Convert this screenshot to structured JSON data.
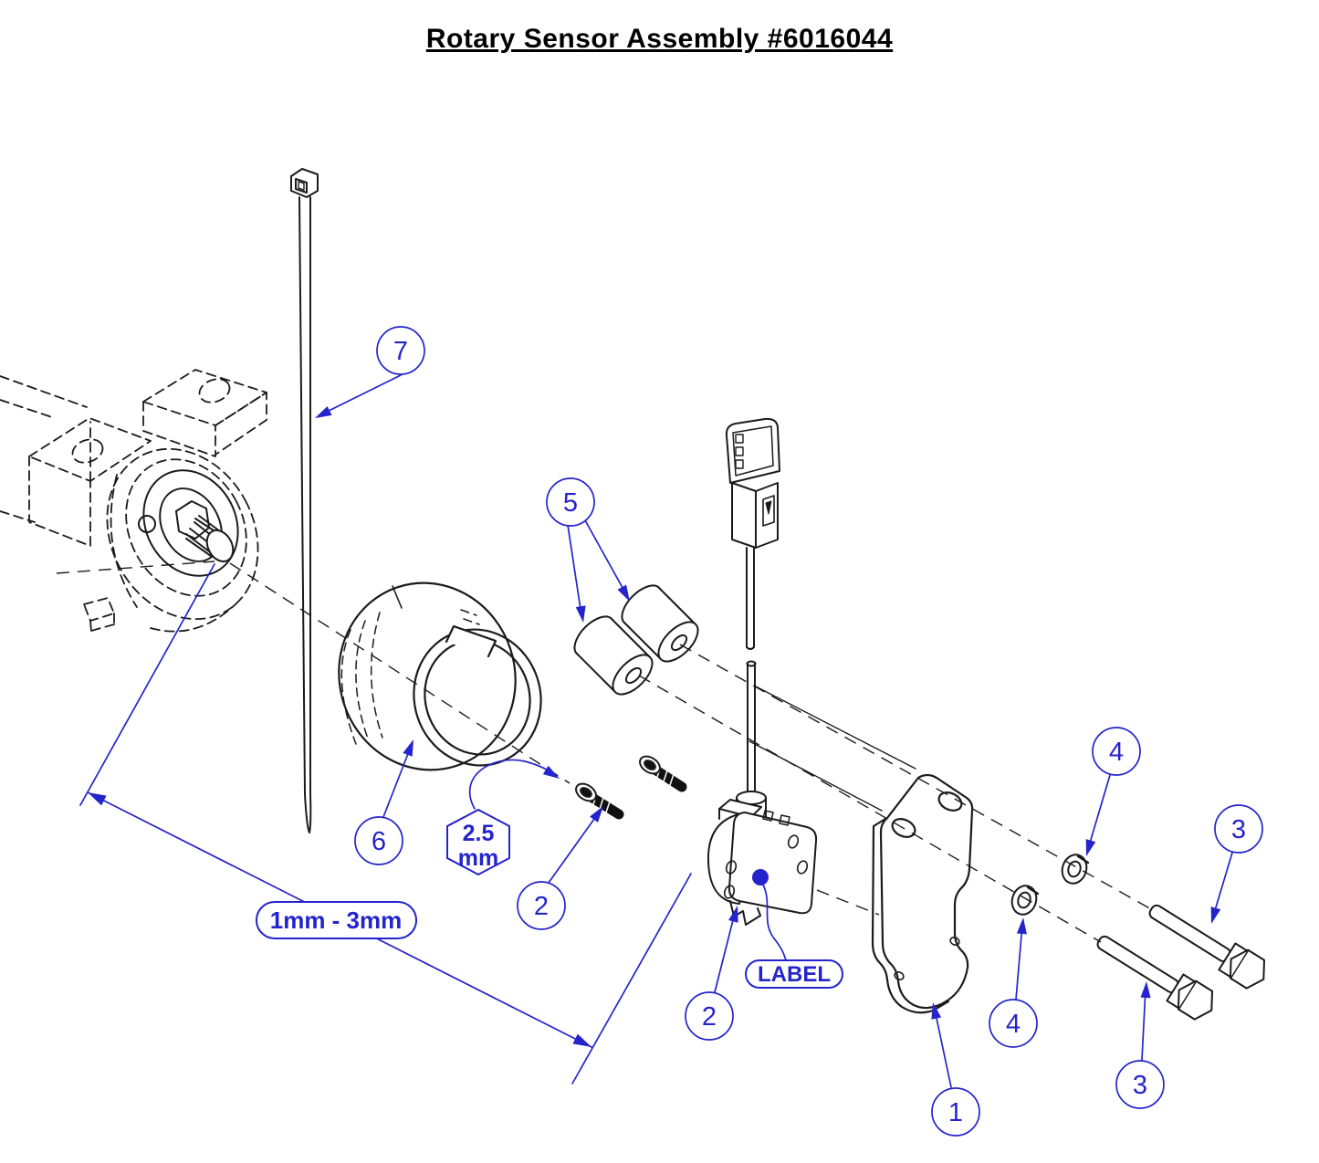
{
  "title": "Rotary Sensor Assembly #6016044",
  "colors": {
    "annotation_blue": "#2424cc",
    "line_black": "#1b1b1b",
    "background": "#ffffff"
  },
  "callouts": {
    "c1": "1",
    "c2a": "2",
    "c2b": "2",
    "c3a": "3",
    "c3b": "3",
    "c4a": "4",
    "c4b": "4",
    "c5": "5",
    "c6": "6",
    "c7": "7"
  },
  "labels": {
    "hex_key_line1": "2.5",
    "hex_key_line2": "mm",
    "gap_range": "1mm - 3mm",
    "label_tag": "LABEL"
  }
}
